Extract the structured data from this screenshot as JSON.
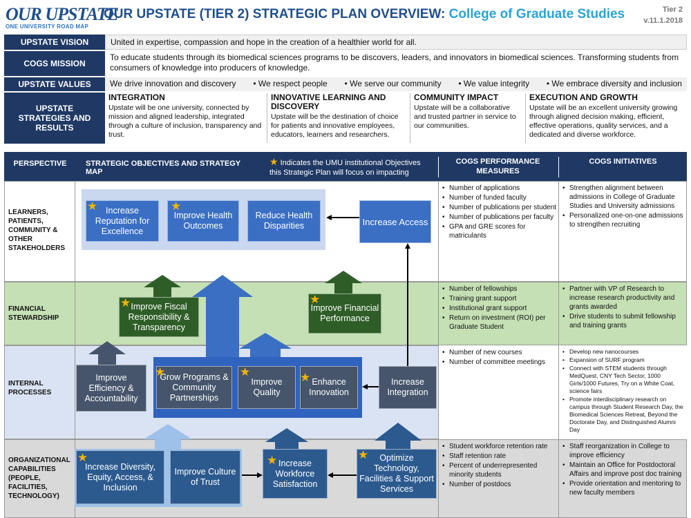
{
  "header": {
    "logo_main": "OUR UPSTATE",
    "logo_sub": "ONE UNIVERSITY ROAD MAP",
    "title": "OUR UPSTATE (TIER 2) STRATEGIC PLAN OVERVIEW:",
    "title_sub": "College of Graduate Studies",
    "tier": "Tier 2",
    "version": "v.11.1.2018"
  },
  "vision": {
    "label": "UPSTATE VISION",
    "text": "United in expertise, compassion and hope in the creation of a healthier world for all."
  },
  "mission": {
    "label": "COGS MISSION",
    "text": "To educate students through its biomedical sciences programs to be discovers, leaders, and innovators in biomedical sciences.  Transforming students from consumers of knowledge into producers of knowledge."
  },
  "values": {
    "label": "UPSTATE VALUES",
    "items": [
      "We drive innovation and discovery",
      "We respect people",
      "We serve our community",
      "We value integrity",
      "We embrace diversity and inclusion"
    ]
  },
  "strategies": {
    "label": "UPSTATE STRATEGIES AND RESULTS",
    "cols": [
      {
        "title": "INTEGRATION",
        "text": "Upstate will be one university, connected by mission and aligned leadership, integrated through a culture of inclusion, transparency and trust."
      },
      {
        "title": "INNOVATIVE LEARNING AND DISCOVERY",
        "text": "Upstate will be the destination of choice for patients and innovative employees, educators, learners and researchers."
      },
      {
        "title": "COMMUNITY IMPACT",
        "text": "Upstate will be a collaborative and trusted partner in service to our communities."
      },
      {
        "title": "EXECUTION AND GROWTH",
        "text": "Upstate will be an excellent university growing through aligned decision making, efficient, effective operations, quality services, and a dedicated and diverse workforce."
      }
    ]
  },
  "table_head": {
    "perspective": "PERSPECTIVE",
    "map": "STRATEGIC OBJECTIVES AND STRATEGY MAP",
    "star_note": "Indicates the UMU institutional Objectives this Strategic Plan will focus on impacting",
    "measures": "COGS PERFORMANCE MEASURES",
    "initiatives": "COGS INITIATIVES"
  },
  "perspectives": [
    {
      "label": "LEARNERS, PATIENTS, COMMUNITY & OTHER STAKEHOLDERS",
      "measures": [
        "Number of applications",
        "Number of funded faculty",
        "Number of publications per student",
        "Number of publications per faculty",
        "GPA and GRE scores for matriculants"
      ],
      "initiatives": [
        "Strengthen alignment between admissions in College of Graduate Studies and University admissions",
        "Personalized one-on-one admissions to strengthen recruiting"
      ]
    },
    {
      "label": "FINANCIAL STEWARDSHIP",
      "measures": [
        "Number of fellowships",
        "Training grant support",
        "Institutional grant support",
        "Return on investment (ROI) per Graduate Student"
      ],
      "initiatives": [
        "Partner with VP of Research to increase research productivity and grants awarded",
        "Drive students to submit fellowship and training grants"
      ]
    },
    {
      "label": "INTERNAL PROCESSES",
      "measures": [
        "Number of new courses",
        "Number of committee meetings"
      ],
      "initiatives": [
        "Develop new nanocourses",
        "Expansion of SURF program",
        "Connect with STEM students through MedQuest, CNY Tech Sector, 1000 Girls/1000 Futures, Try on a White Coat, science fairs",
        "Promote interdisciplinary research on campus through Student Research Day, the Biomedical Sciences Retreat, Beyond the Doctorate Day, and Distinguished Alumni Day"
      ]
    },
    {
      "label": "ORGANIZATIONAL CAPABILITIES (PEOPLE, FACILITIES, TECHNOLOGY)",
      "measures": [
        "Student workforce retention rate",
        "Staff retention rate",
        "Percent of underrepresented minority students",
        "Number of postdocs"
      ],
      "initiatives": [
        "Staff reorganization in College to improve efficiency",
        "Maintain an Office for Postdoctoral Affairs and improve post doc training",
        "Provide orientation and mentoring to new faculty members"
      ]
    }
  ],
  "objectives": {
    "rep": "Increase Reputation for Excellence",
    "health": "Improve Health Outcomes",
    "disp": "Reduce Health Disparities",
    "access": "Increase Access",
    "fiscal": "Improve Fiscal Responsibility & Transparency",
    "finperf": "Improve Financial Performance",
    "effic": "Improve Efficiency & Accountability",
    "grow": "Grow Programs & Community Partnerships",
    "quality": "Improve Quality",
    "innov": "Enhance Innovation",
    "integ": "Increase Integration",
    "dei": "Increase Diversity, Equity, Access, & Inclusion",
    "trust": "Improve Culture of Trust",
    "work": "Increase Workforce Satisfaction",
    "tech": "Optimize Technology, Facilities & Support Services"
  },
  "colors": {
    "navy": "#1f3864",
    "blue": "#3a6fc4",
    "green": "#2f5d28",
    "slate": "#46556b",
    "star": "#f4b400",
    "band_green": "#c5e0b4",
    "band_blue": "#dae3f3",
    "band_gray": "#d9d9d9"
  }
}
